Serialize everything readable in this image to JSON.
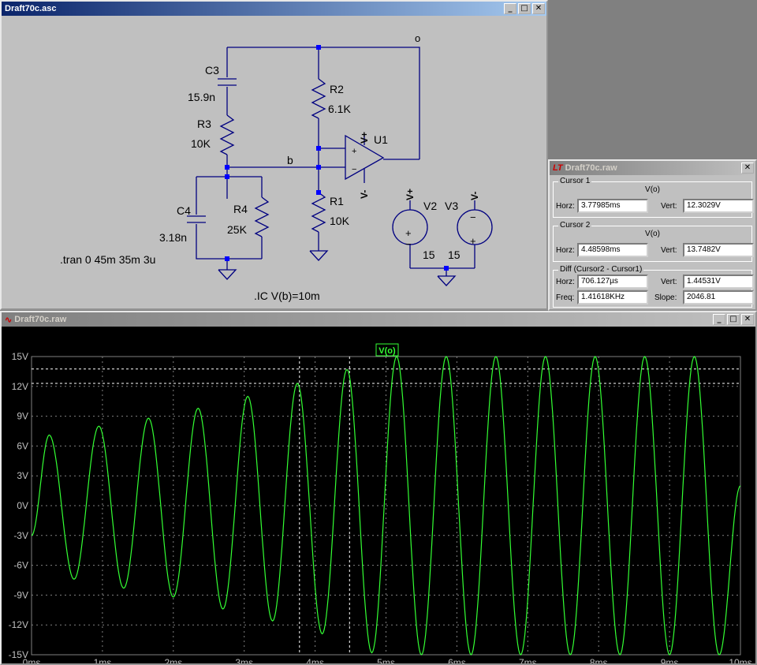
{
  "schematic": {
    "title": "Draft70c.asc",
    "labels": {
      "node_o": "o",
      "node_b": "b",
      "c3_name": "C3",
      "c3_value": "15.9n",
      "r3_name": "R3",
      "r3_value": "10K",
      "r2_name": "R2",
      "r2_value": "6.1K",
      "r1_name": "R1",
      "r1_value": "10K",
      "c4_name": "C4",
      "c4_value": "3.18n",
      "r4_name": "R4",
      "r4_value": "25K",
      "u1_name": "U1",
      "v2_name": "V2",
      "v2_value": "15",
      "v3_name": "V3",
      "v3_value": "15",
      "vplus": "V+",
      "vminus": "V-",
      "opamp_plus": "+",
      "opamp_minus": "−",
      "tran_directive": ".tran 0 45m 35m 3u",
      "ic_directive": ".IC V(b)=10m"
    }
  },
  "cursor_window": {
    "title": "Draft70c.raw",
    "cursor1": {
      "group": "Cursor 1",
      "trace": "V(o)",
      "horz_label": "Horz:",
      "horz": "3.77985ms",
      "vert_label": "Vert:",
      "vert": "12.3029V"
    },
    "cursor2": {
      "group": "Cursor 2",
      "trace": "V(o)",
      "horz_label": "Horz:",
      "horz": "4.48598ms",
      "vert_label": "Vert:",
      "vert": "13.7482V"
    },
    "diff": {
      "group": "Diff (Cursor2 - Cursor1)",
      "horz_label": "Horz:",
      "horz": "706.127µs",
      "vert_label": "Vert:",
      "vert": "1.44531V",
      "freq_label": "Freq:",
      "freq": "1.41618KHz",
      "slope_label": "Slope:",
      "slope": "2046.81"
    }
  },
  "waveform_window": {
    "title": "Draft70c.raw",
    "trace_label": "V(o)"
  },
  "colors": {
    "trace": "#33ff33",
    "wire": "#000080",
    "plot_bg": "#000000",
    "grid": "#808080"
  },
  "chart_data": {
    "type": "line",
    "xlabel": "",
    "ylabel": "",
    "xlim": [
      0,
      10
    ],
    "ylim": [
      -15,
      15
    ],
    "x_unit": "ms",
    "x_ticks": [
      "0ms",
      "1ms",
      "2ms",
      "3ms",
      "4ms",
      "5ms",
      "6ms",
      "7ms",
      "8ms",
      "9ms",
      "10ms"
    ],
    "y_ticks": [
      "15V",
      "12V",
      "9V",
      "6V",
      "3V",
      "0V",
      "-3V",
      "-6V",
      "-9V",
      "-12V",
      "-15V"
    ],
    "y_tick_values": [
      15,
      12,
      9,
      6,
      3,
      0,
      -3,
      -6,
      -9,
      -12,
      -15
    ],
    "series": [
      {
        "name": "V(o)",
        "frequency_khz": 1.41618,
        "x": [
          0.0,
          0.25,
          0.6,
          0.95,
          1.3,
          1.65,
          2.0,
          2.35,
          2.7,
          3.05,
          3.4,
          3.75,
          4.1,
          4.45,
          4.8,
          5.15,
          5.5,
          5.85,
          6.2,
          6.55,
          6.9,
          7.25,
          7.6,
          7.95,
          8.3,
          8.65,
          9.0,
          9.35,
          9.7,
          10.0
        ],
        "y": [
          -3.0,
          7.1,
          -7.4,
          8.0,
          -8.3,
          8.8,
          -9.2,
          9.8,
          -10.4,
          11.0,
          -11.6,
          12.3,
          -12.9,
          13.7,
          -14.8,
          15,
          -15,
          15,
          -15,
          15,
          -15,
          15,
          -15,
          15,
          -15,
          15,
          -15,
          15,
          -15,
          2.0
        ]
      }
    ],
    "cursors_ms": [
      3.77985,
      4.48598
    ],
    "cursor_levels_v": [
      12.3029,
      13.7482
    ]
  }
}
